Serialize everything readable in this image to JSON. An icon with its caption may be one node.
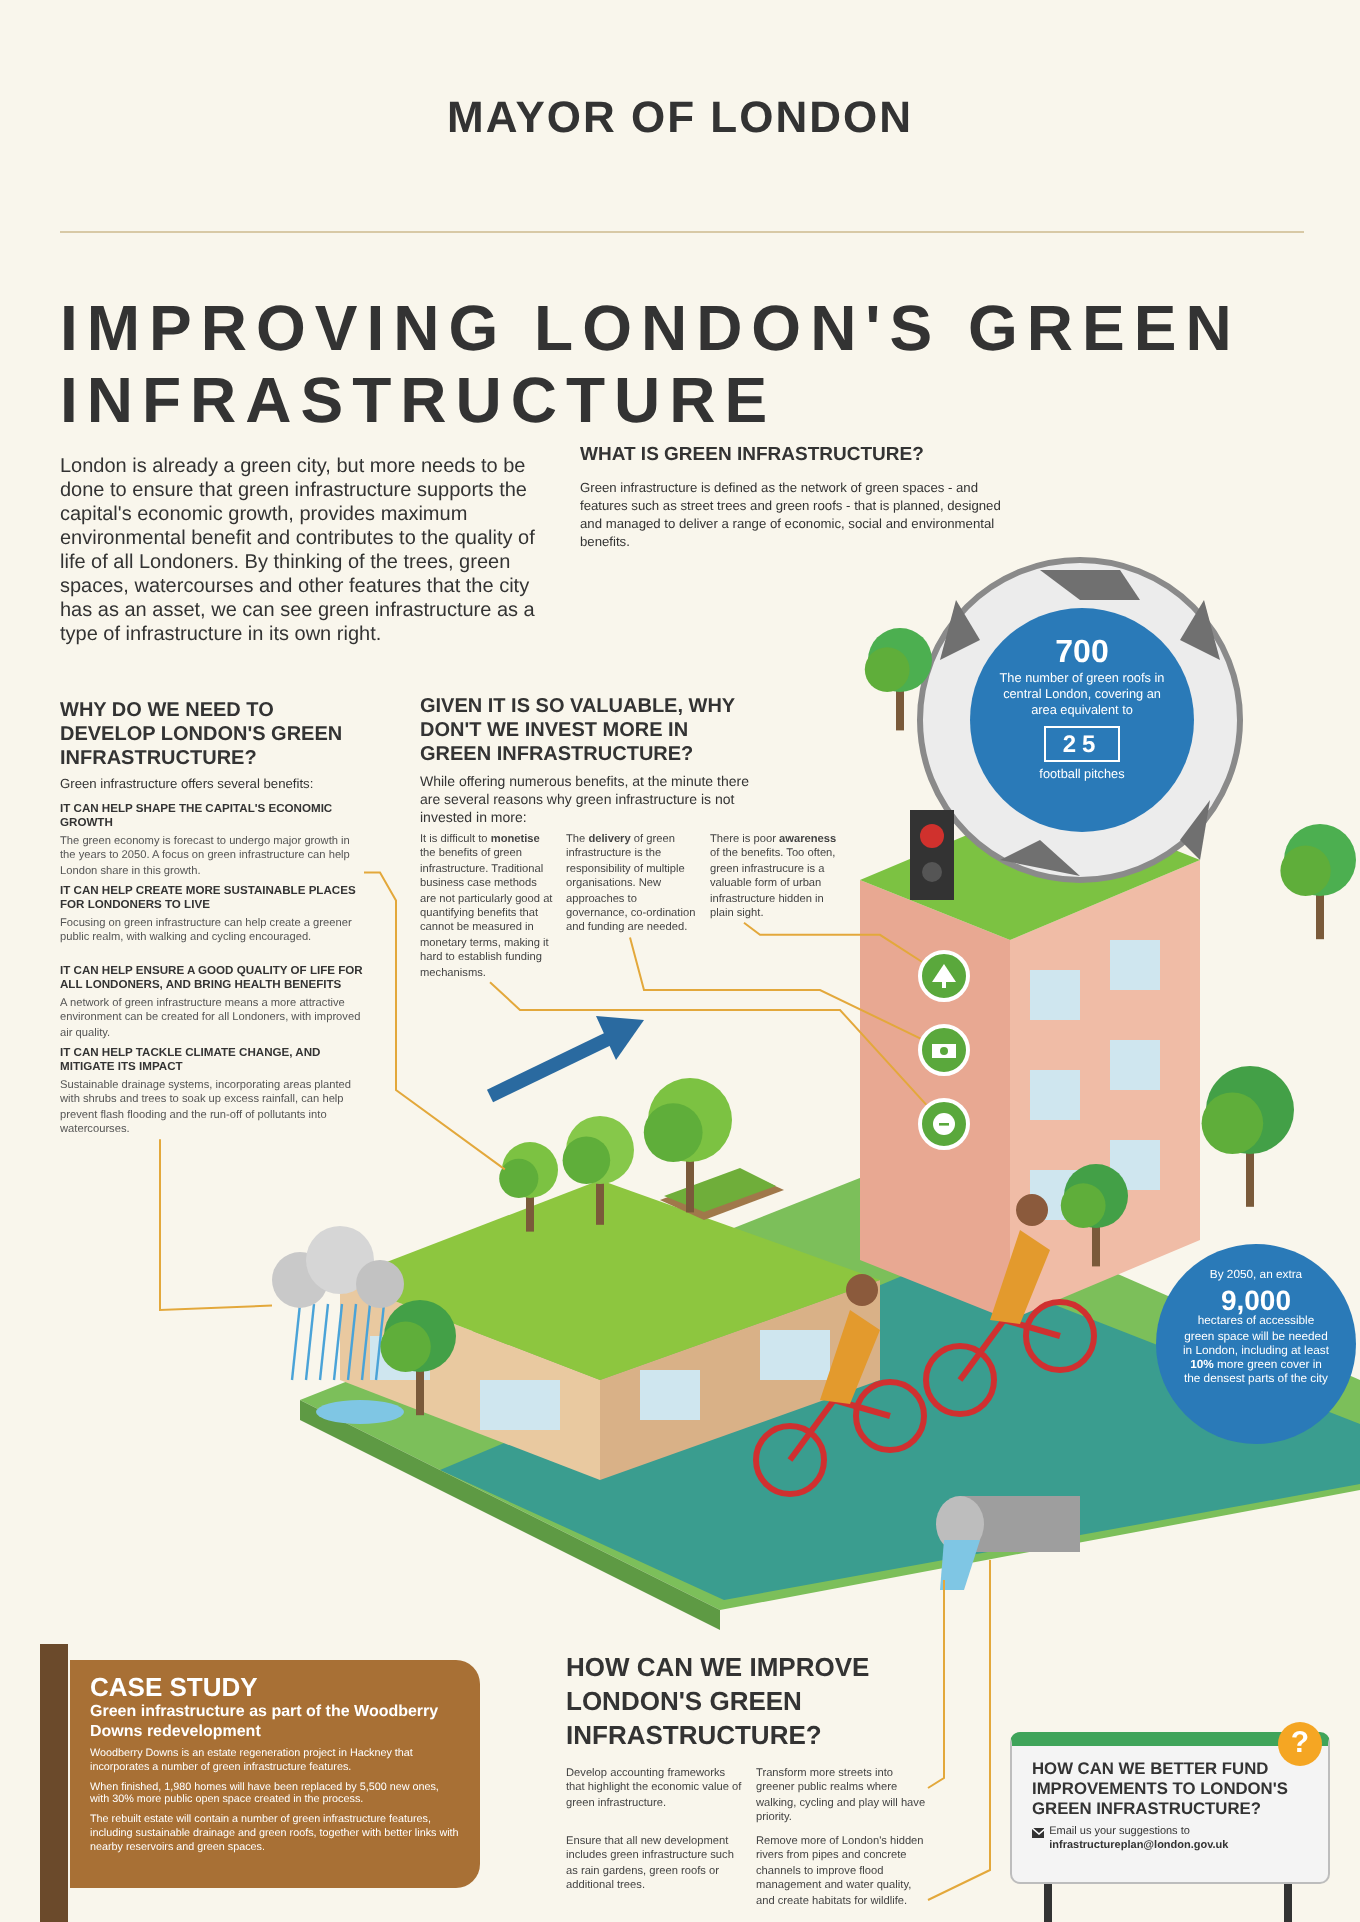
{
  "diagram": {
    "title": "IMPROVING LONDON'S GREEN INFRASTRUCTURE",
    "nodes": [
      {
        "text": [
          "IT CAN HELP SHAPE THE CAPITAL'S ECONOMIC GROWTH",
          "The green economy is forecast to undergo major growth in the years to 2050. A focus on green infrastructure can help London share in this growth."
        ]
      },
      {
        "text": [
          "IT CAN HELP CREATE MORE SUSTAINABLE PLACES FOR LONDONERS TO LIVE",
          "Focusing on green infrastructure can help create a greener public realm, with walking and cycling encouraged."
        ]
      },
      {
        "text": [
          "IT CAN HELP ENSURE A GOOD QUALITY OF LIFE FOR ALL LONDONERS, AND BRING HEALTH BENEFITS",
          "A network of green infrastructure means a more attractive environment can be created for all Londoners, with improved air quality."
        ]
      },
      {
        "text": [
          "IT CAN HELP TACKLE CLIMATE CHANGE, AND MITIGATE ITS IMPACT",
          "Sustainable drainage systems, incorporating areas planted with shrubs and trees to soak up excess rainfall, can help prevent flash flooding and the run-off of pollutants into watercourses."
        ]
      },
      {
        "text": [
          "It is difficult to **monetise** the benefits of green infrastructure. Traditional business case methods are not particularly good at quantifying benefits that cannot be measured in monetary terms, making it hard to establish funding mechanisms."
        ]
      },
      {
        "text": [
          "The **delivery** of green infrastructure is the responsibility of multiple organisations. New approaches to governance, co-ordination and funding are needed."
        ]
      },
      {
        "text": [
          "There is poor **awareness** of the benefits. Too often, green infrastrucure is a valuable form of urban infrastructure hidden in plain sight."
        ]
      },
      {
        "text": [
          "Develop accounting frameworks that highlight the economic value of green infrastructure."
        ]
      },
      {
        "text": [
          "Transform more streets into greener public realms where walking, cycling and play will have priority."
        ]
      },
      {
        "text": [
          "Ensure that all new development includes green infrastructure such as rain gardens, green roofs or additional trees."
        ]
      },
      {
        "text": [
          "Remove more of London's hidden rivers from pipes and concrete channels to improve flood management and water quality, and create habitats for wildlife."
        ]
      },
      {
        "text": [],
        "shape": "circle"
      },
      {
        "text": [],
        "shape": "circle"
      },
      {
        "text": [],
        "shape": "circle"
      },
      {
        "text": [],
        "shape": "picture"
      },
      {
        "text": [],
        "shape": "picture"
      },
      {
        "text": [
          "700",
          "The number of green roofs in central London, covering an area equivalent to",
          "25",
          "football pitches"
        ]
      },
      {
        "text": [
          "By 2050, an extra",
          "9,000",
          "hectares of accessible green space will be needed in London, including at least **10%** more green cover in the densest parts of the city"
        ]
      },
      {
        "text": [
          "CASE STUDY",
          "Green infrastructure as part of the Woodberry Downs redevelopment",
          "Woodberry Downs is an estate regeneration project in Hackney that incorporates a number of green infrastructure features.",
          "When finished, 1,980 homes will have been replaced by 5,500 new ones, with 30% more public open space created in the process.",
          "The rebuilt estate will contain a number of green infrastructure features, including sustainable drainage and green roofs, together with better links with nearby reservoirs and green spaces."
        ]
      },
      {
        "text": [
          "HOW CAN WE BETTER FUND IMPROVEMENTS TO LONDON'S GREEN INFRASTRUCTURE?",
          "Email us your suggestions to **infrastructureplan@london.gov.uk**"
        ]
      }
    ],
    "edges": [
      {
        "from": 0,
        "to": 14,
        "arrow": "none"
      },
      {
        "from": 3,
        "to": 15,
        "arrow": "none"
      },
      {
        "from": 4,
        "to": 13,
        "arrow": "none"
      },
      {
        "from": 5,
        "to": 12,
        "arrow": "none"
      },
      {
        "from": 6,
        "to": 11,
        "arrow": "none"
      },
      {
        "from": 8,
        "to": null,
        "arrow": "none"
      },
      {
        "from": 10,
        "to": null,
        "arrow": "none"
      }
    ],
    "labels": [
      "MAYOR OF LONDON",
      "London is already a green city, but more needs to be done to ensure that green infrastructure supports the capital's economic growth, provides maximum environmental benefit and contributes to the quality of life of all Londoners. By thinking of the trees, green spaces, watercourses and other features that the city has as an asset, we can see green infrastructure as a type of infrastructure in its own right.",
      "WHAT IS GREEN INFRASTRUCTURE?",
      "Green infrastructure is defined as the network of green spaces - and features such as street trees and green roofs - that is planned, designed and managed to deliver a range of economic, social and environmental benefits.",
      "WHY DO WE NEED TO DEVELOP LONDON'S GREEN INFRASTRUCTURE?",
      "Green infrastructure offers several benefits:",
      "GIVEN IT IS SO VALUABLE, WHY DON'T WE INVEST MORE IN GREEN INFRASTRUCTURE?",
      "While offering numerous benefits, at the minute there are several reasons why green infrastructure is not invested in more:",
      "HOW CAN WE IMPROVE LONDON'S GREEN INFRASTRUCTURE?",
      "?"
    ]
  }
}
